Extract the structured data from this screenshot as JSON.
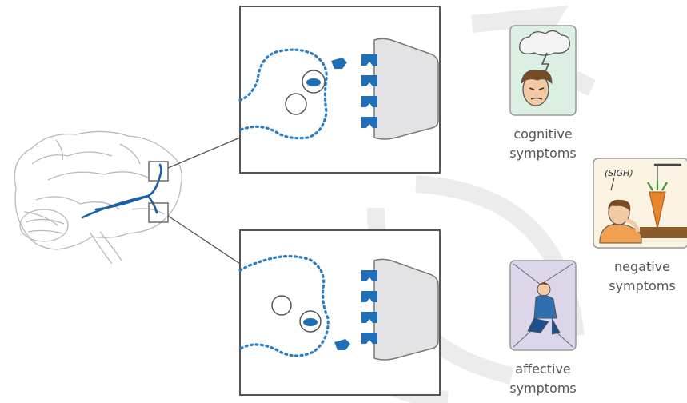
{
  "labels": {
    "cognitive": [
      "cognitive",
      "symptoms"
    ],
    "negative": [
      "negative",
      "symptoms"
    ],
    "affective": [
      "affective",
      "symptoms"
    ]
  },
  "speech_bubble": "(SIGH)",
  "colors": {
    "pathway_blue": "#1a5fa8",
    "receptor_blue": "#1e6fb8",
    "dotted_blue": "#2a7fc4",
    "panel_border": "#555555",
    "neuron_fill": "#e3e3e6",
    "cognitive_bg": "#dcefe3",
    "negative_bg": "#fbf3e2",
    "affective_bg": "#dcd6ea",
    "watermark": "#e8e8e8"
  },
  "icons": [
    "brain-sagittal-icon",
    "storm-cloud-icon",
    "sighing-person-icon",
    "carrot-icon",
    "crouching-person-icon"
  ]
}
